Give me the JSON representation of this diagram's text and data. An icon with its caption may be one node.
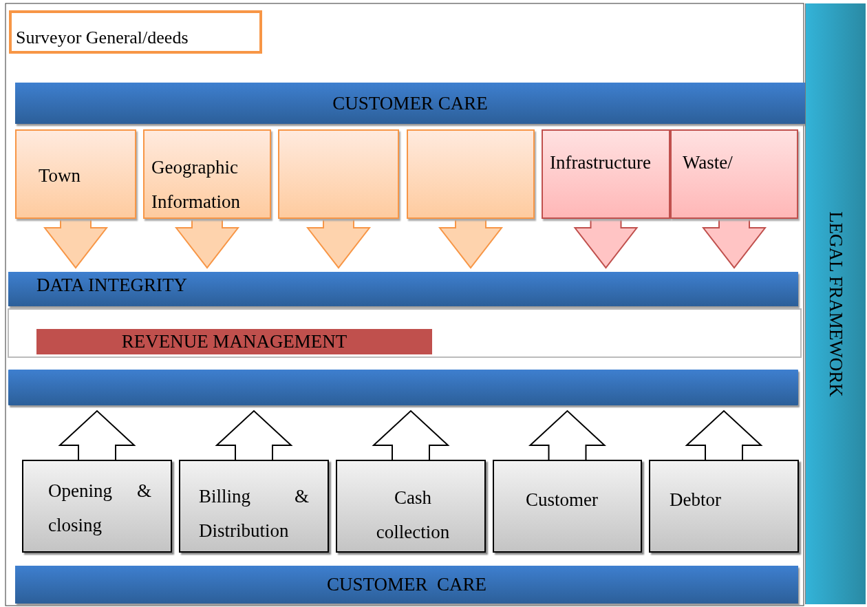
{
  "diagram": {
    "nodes": [
      {
        "text": [
          "Surveyor General/deeds"
        ]
      },
      {
        "text": [
          "CUSTOMER CARE"
        ]
      },
      {
        "text": [
          "Town"
        ]
      },
      {
        "text": [
          "Geographic Information"
        ]
      },
      {
        "text": [],
        "shape": "box"
      },
      {
        "text": [],
        "shape": "box"
      },
      {
        "text": [
          "Infrastructure"
        ]
      },
      {
        "text": [
          "Waste/"
        ]
      },
      {
        "text": [
          "DATA INTEGRITY"
        ]
      },
      {
        "text": [
          "REVENUE MANAGEMENT"
        ]
      },
      {
        "text": [],
        "shape": "bar"
      },
      {
        "text": [
          "Opening & closing"
        ]
      },
      {
        "text": [
          "Billing & Distribution"
        ]
      },
      {
        "text": [
          "Cash collection"
        ]
      },
      {
        "text": [
          "Customer"
        ]
      },
      {
        "text": [
          "Debtor"
        ]
      },
      {
        "text": [
          "CUSTOMER  CARE"
        ]
      },
      {
        "text": [
          "LEGAL FRAMEWORK"
        ]
      }
    ],
    "edges": [
      {
        "from": 2,
        "to": 8,
        "arrow": "to"
      },
      {
        "from": 3,
        "to": 8,
        "arrow": "to"
      },
      {
        "from": 4,
        "to": 8,
        "arrow": "to"
      },
      {
        "from": 5,
        "to": 8,
        "arrow": "to"
      },
      {
        "from": 6,
        "to": 8,
        "arrow": "to"
      },
      {
        "from": 7,
        "to": 8,
        "arrow": "to"
      },
      {
        "from": 11,
        "to": 10,
        "arrow": "to"
      },
      {
        "from": 12,
        "to": 10,
        "arrow": "to"
      },
      {
        "from": 13,
        "to": 10,
        "arrow": "to"
      },
      {
        "from": 14,
        "to": 10,
        "arrow": "to"
      },
      {
        "from": 15,
        "to": 10,
        "arrow": "to"
      }
    ]
  }
}
